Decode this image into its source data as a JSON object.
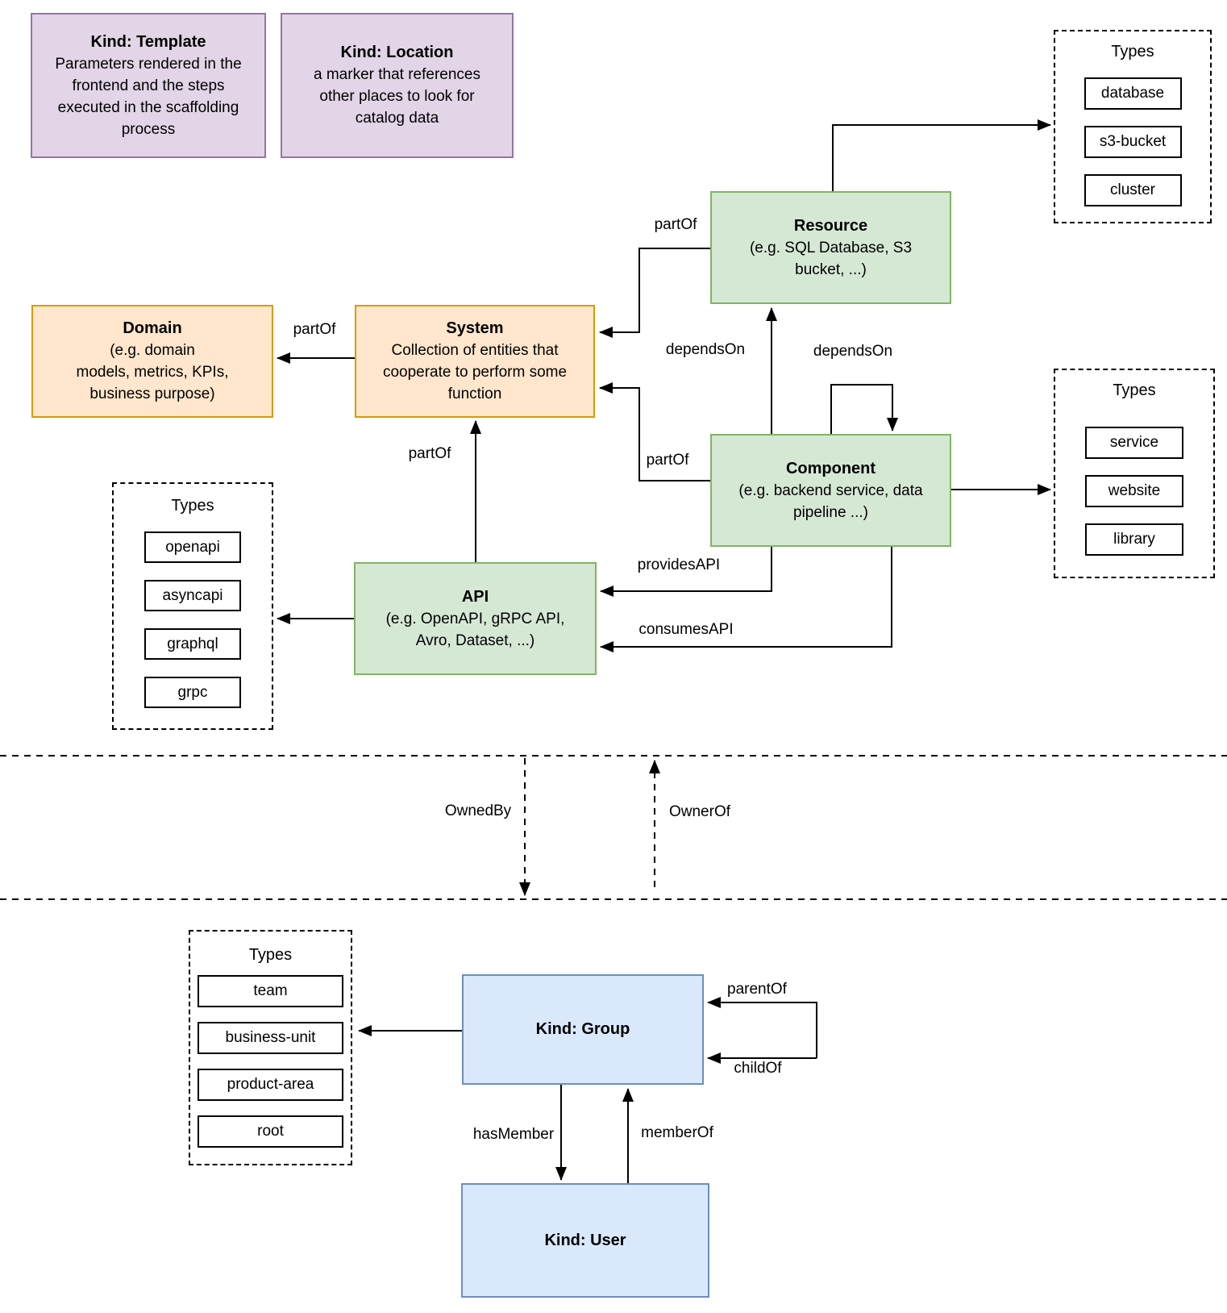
{
  "diagram": {
    "nodes": {
      "template": {
        "title": "Kind: Template",
        "body": "Parameters rendered in the\nfrontend and the steps\nexecuted in  the scaffolding\nprocess"
      },
      "location": {
        "title": "Kind: Location",
        "body": "a marker that references\nother places to look for\ncatalog data"
      },
      "resource": {
        "title": "Resource",
        "body": "(e.g. SQL Database, S3\nbucket, ...)"
      },
      "domain": {
        "title": "Domain",
        "body": "(e.g.  domain\nmodels, metrics, KPIs,\nbusiness purpose)"
      },
      "system": {
        "title": "System",
        "body": "Collection of entities that\ncooperate to perform some\nfunction"
      },
      "component": {
        "title": "Component",
        "body": "(e.g. backend service, data\npipeline ...)"
      },
      "api": {
        "title": "API",
        "body": "(e.g. OpenAPI, gRPC API,\nAvro, Dataset, ...)"
      },
      "group": {
        "title": "Kind: Group"
      },
      "user": {
        "title": "Kind: User"
      }
    },
    "type_groups": {
      "resource_types": {
        "title": "Types",
        "items": [
          "database",
          "s3-bucket",
          "cluster"
        ]
      },
      "component_types": {
        "title": "Types",
        "items": [
          "service",
          "website",
          "library"
        ]
      },
      "api_types": {
        "title": "Types",
        "items": [
          "openapi",
          "asyncapi",
          "graphql",
          "grpc"
        ]
      },
      "group_types": {
        "title": "Types",
        "items": [
          "team",
          "business-unit",
          "product-area",
          "root"
        ]
      }
    },
    "edge_labels": {
      "domain_system": "partOf",
      "resource_system": "partOf",
      "component_system": "partOf",
      "api_system": "partOf",
      "component_resource": "dependsOn",
      "component_self": "dependsOn",
      "provides_api": "providesAPI",
      "consumes_api": "consumesAPI",
      "owned_by": "OwnedBy",
      "owner_of": "OwnerOf",
      "parent_of": "parentOf",
      "child_of": "childOf",
      "has_member": "hasMember",
      "member_of": "memberOf"
    },
    "colors": {
      "purple_fill": "#E1D5E7",
      "purple_border": "#9673A6",
      "green_fill": "#D5E8D4",
      "green_border": "#82B366",
      "orange_fill": "#FFE6CC",
      "orange_border": "#D79B00",
      "blue_fill": "#DAE8FC",
      "blue_border": "#6C8EBF",
      "line": "#000000"
    }
  }
}
